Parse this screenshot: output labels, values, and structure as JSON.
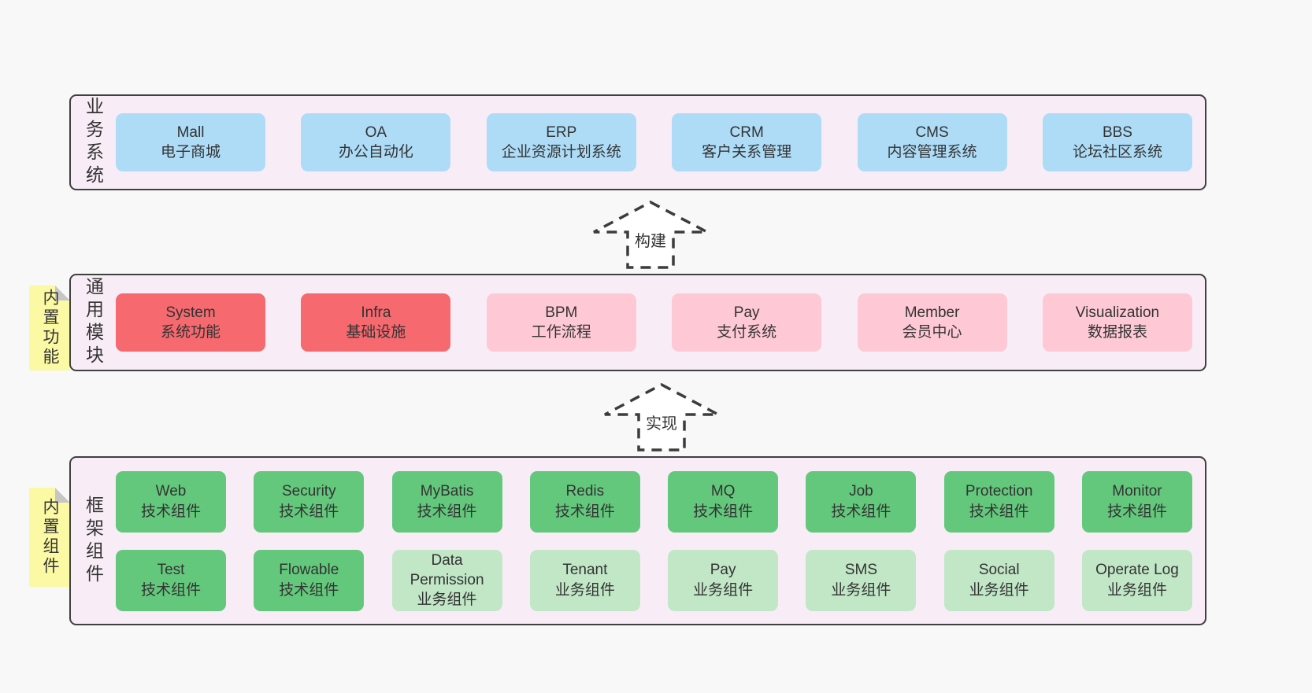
{
  "colors": {
    "page_bg": "#f8f8f8",
    "layer_bg": "#f8edf6",
    "layer_border": "#404040",
    "blue": "#aedcf7",
    "red": "#f5696f",
    "pink": "#fec9d4",
    "green": "#63c87c",
    "light_green": "#c1e7c7",
    "sticky_yellow": "#fbf9a3",
    "sticky_fold_gray": "#c6c6c6"
  },
  "arrows": [
    {
      "label": "构建"
    },
    {
      "label": "实现"
    }
  ],
  "layers": [
    {
      "id": "business-systems",
      "label": "业务系统",
      "sticky": null,
      "boxes": [
        {
          "title": "Mall",
          "subtitle": "电子商城",
          "variant": "blue"
        },
        {
          "title": "OA",
          "subtitle": "办公自动化",
          "variant": "blue"
        },
        {
          "title": "ERP",
          "subtitle": "企业资源计划系统",
          "variant": "blue"
        },
        {
          "title": "CRM",
          "subtitle": "客户关系管理",
          "variant": "blue"
        },
        {
          "title": "CMS",
          "subtitle": "内容管理系统",
          "variant": "blue"
        },
        {
          "title": "BBS",
          "subtitle": "论坛社区系统",
          "variant": "blue"
        }
      ]
    },
    {
      "id": "common-modules",
      "label": "通用模块",
      "sticky": "内置功能",
      "boxes": [
        {
          "title": "System",
          "subtitle": "系统功能",
          "variant": "red"
        },
        {
          "title": "Infra",
          "subtitle": "基础设施",
          "variant": "red"
        },
        {
          "title": "BPM",
          "subtitle": "工作流程",
          "variant": "pink"
        },
        {
          "title": "Pay",
          "subtitle": "支付系统",
          "variant": "pink"
        },
        {
          "title": "Member",
          "subtitle": "会员中心",
          "variant": "pink"
        },
        {
          "title": "Visualization",
          "subtitle": "数据报表",
          "variant": "pink"
        }
      ]
    },
    {
      "id": "framework-components",
      "label": "框架组件",
      "sticky": "内置组件",
      "rows": [
        [
          {
            "title": "Web",
            "subtitle": "技术组件",
            "variant": "green"
          },
          {
            "title": "Security",
            "subtitle": "技术组件",
            "variant": "green"
          },
          {
            "title": "MyBatis",
            "subtitle": "技术组件",
            "variant": "green"
          },
          {
            "title": "Redis",
            "subtitle": "技术组件",
            "variant": "green"
          },
          {
            "title": "MQ",
            "subtitle": "技术组件",
            "variant": "green"
          },
          {
            "title": "Job",
            "subtitle": "技术组件",
            "variant": "green"
          },
          {
            "title": "Protection",
            "subtitle": "技术组件",
            "variant": "green"
          },
          {
            "title": "Monitor",
            "subtitle": "技术组件",
            "variant": "green"
          }
        ],
        [
          {
            "title": "Test",
            "subtitle": "技术组件",
            "variant": "green"
          },
          {
            "title": "Flowable",
            "subtitle": "技术组件",
            "variant": "green"
          },
          {
            "title": "Data Permission",
            "subtitle": "业务组件",
            "variant": "lightgreen"
          },
          {
            "title": "Tenant",
            "subtitle": "业务组件",
            "variant": "lightgreen"
          },
          {
            "title": "Pay",
            "subtitle": "业务组件",
            "variant": "lightgreen"
          },
          {
            "title": "SMS",
            "subtitle": "业务组件",
            "variant": "lightgreen"
          },
          {
            "title": "Social",
            "subtitle": "业务组件",
            "variant": "lightgreen"
          },
          {
            "title": "Operate Log",
            "subtitle": "业务组件",
            "variant": "lightgreen"
          }
        ]
      ]
    }
  ]
}
